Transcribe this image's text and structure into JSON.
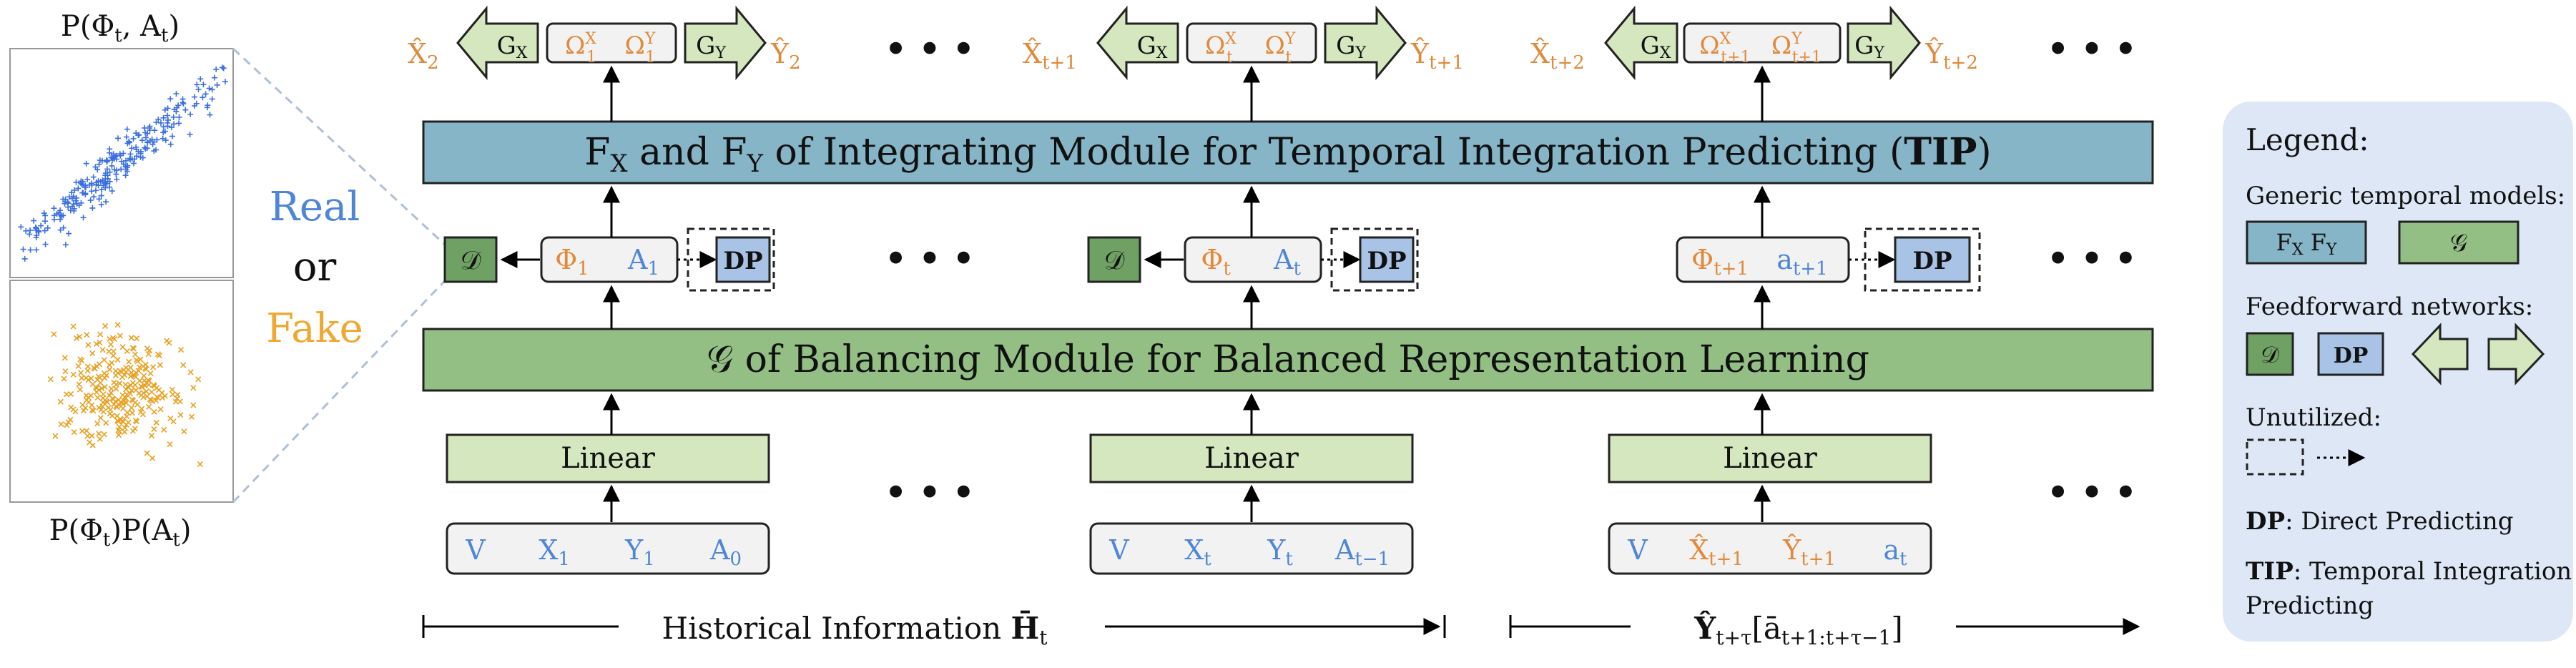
{
  "colors": {
    "blue_text": "#4f86d6",
    "orange_text": "#e08a3c",
    "gold_text": "#f0a830",
    "tip_fill": "#86b5c8",
    "g_fill": "#93bf84",
    "light_green": "#d4e7bf",
    "d_fill": "#6fa064",
    "dp_fill": "#a8c3e6",
    "legend_bg": "#dde7f5",
    "box_bg": "#f2f2f2",
    "scatter_blue": "#3b6fe0",
    "scatter_orange": "#e8a020",
    "dash_line": "#aebfd8"
  },
  "left": {
    "top_label": "P(Φt, At)",
    "bottom_label": "P(Φt)P(At)",
    "real": "Real",
    "or": "or",
    "fake": "Fake"
  },
  "top_row": {
    "groups": [
      {
        "x_hat": "X̂2",
        "y_hat": "Ŷ2",
        "omega_x": "Ω1X",
        "omega_y": "Ω1Y"
      },
      {
        "x_hat": "X̂t+1",
        "y_hat": "Ŷt+1",
        "omega_x": "ΩtX",
        "omega_y": "ΩtY"
      },
      {
        "x_hat": "X̂t+2",
        "y_hat": "Ŷt+2",
        "omega_x": "Ωt+1X",
        "omega_y": "Ωt+1Y"
      }
    ],
    "gx": "GX",
    "gy": "GY"
  },
  "tip_bar": {
    "text": "FX and FY of Integrating Module for Temporal Integration Predicting (TIP)"
  },
  "middle_row": {
    "groups": [
      {
        "phi": "Φ1",
        "a": "A1",
        "show_d": true
      },
      {
        "phi": "Φt",
        "a": "At",
        "show_d": true
      },
      {
        "phi": "Φt+1",
        "a": "at+1",
        "show_d": false
      }
    ],
    "d_label": "𝒟",
    "dp_label": "DP"
  },
  "g_bar": {
    "text": "𝒢 of Balancing Module for Balanced Representation Learning"
  },
  "linear_label": "Linear",
  "bottom_row": {
    "groups": [
      {
        "items": [
          "V",
          "X1",
          "Y1",
          "A0"
        ]
      },
      {
        "items": [
          "V",
          "Xt",
          "Yt",
          "At−1"
        ]
      },
      {
        "items": [
          "V",
          "X̂t+1",
          "Ŷt+1",
          "at"
        ]
      }
    ]
  },
  "ellipsis": "• • •",
  "axis": {
    "historical": "Historical Information H̄t",
    "future": "Ŷt+τ[āt+1:t+τ−1]"
  },
  "legend": {
    "title": "Legend:",
    "generic": "Generic temporal models:",
    "fx_fy": "FX FY",
    "g_sym": "𝒢",
    "feedforward": "Feedforward networks:",
    "d_sym": "𝒟",
    "dp": "DP",
    "unutilized": "Unutilized:",
    "dp_def_key": "DP",
    "dp_def_val": ": Direct Predicting",
    "tip_def_key": "TIP",
    "tip_def_val1": ": Temporal Integration",
    "tip_def_val2": "Predicting"
  }
}
